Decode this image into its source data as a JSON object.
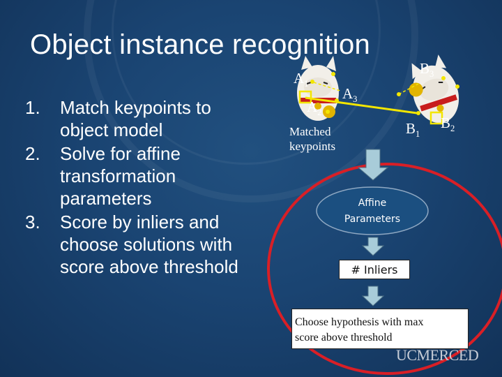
{
  "slide": {
    "title": "Object instance recognition",
    "steps": [
      {
        "num": "1.",
        "text": "Match keypoints to object model"
      },
      {
        "num": "2.",
        "text": "Solve for affine transformation parameters"
      },
      {
        "num": "3.",
        "text": "Score by inliers and choose solutions with score above threshold"
      }
    ]
  },
  "diagram": {
    "labels": {
      "a1_base": "A",
      "a1_sub": "1",
      "a2_base": "A",
      "a2_sub": "2",
      "a3_base": "A",
      "a3_sub": "3",
      "b1_base": "B",
      "b1_sub": "1",
      "b2_base": "B",
      "b2_sub": "2",
      "b3_base": "B",
      "b3_sub": "3"
    },
    "matched_line1": "Matched",
    "matched_line2": "keypoints",
    "affine_line1": "Affine",
    "affine_line2": "Parameters",
    "inliers": "# Inliers",
    "hypothesis_line1": "Choose hypothesis with max",
    "hypothesis_line2": "score above threshold"
  },
  "footer": {
    "logo": "UCMERCED"
  },
  "colors": {
    "background": "#1a4472",
    "highlight_ellipse": "#d91f26",
    "match_line": "#f3e600",
    "arrow_fill": "#a8ccd9",
    "affine_fill": "#1b4f80"
  },
  "icons": [
    "lucky-cat-figurine-image",
    "lucky-cat-figurine-image",
    "down-arrow-icon"
  ]
}
